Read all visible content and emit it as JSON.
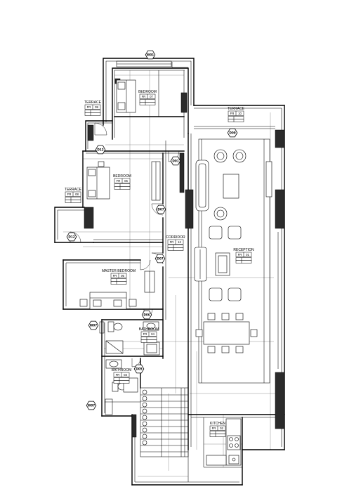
{
  "rooms": [
    {
      "name": "BEDROOM",
      "tag_prefix": "FR",
      "tag_number": "07"
    },
    {
      "name": "TERRACE",
      "tag_prefix": "FR",
      "tag_number": "09"
    },
    {
      "name": "TERRACE",
      "tag_prefix": "FR",
      "tag_number": "10"
    },
    {
      "name": "BEDROOM",
      "tag_prefix": "FR",
      "tag_number": "06"
    },
    {
      "name": "TERRACE",
      "tag_prefix": "FR",
      "tag_number": "08"
    },
    {
      "name": "CORRIDOR",
      "tag_prefix": "FR",
      "tag_number": "12"
    },
    {
      "name": "RECEPTION",
      "tag_prefix": "FR",
      "tag_number": "01"
    },
    {
      "name": "MASTER BEDROOM",
      "tag_prefix": "FR",
      "tag_number": "05"
    },
    {
      "name": "BATHROOM",
      "tag_prefix": "FR",
      "tag_number": "04"
    },
    {
      "name": "BATHROOM",
      "tag_prefix": "FR",
      "tag_number": "03"
    },
    {
      "name": "KITCHEN",
      "tag_prefix": "FR",
      "tag_number": "02"
    }
  ],
  "tags": [
    "W01",
    "D09",
    "D12",
    "D01",
    "D07",
    "D12",
    "D07",
    "D06",
    "W07",
    "D05",
    "W07"
  ],
  "colors": {
    "line": "#000000",
    "background": "#ffffff",
    "hatch": "#2b2b2b"
  }
}
